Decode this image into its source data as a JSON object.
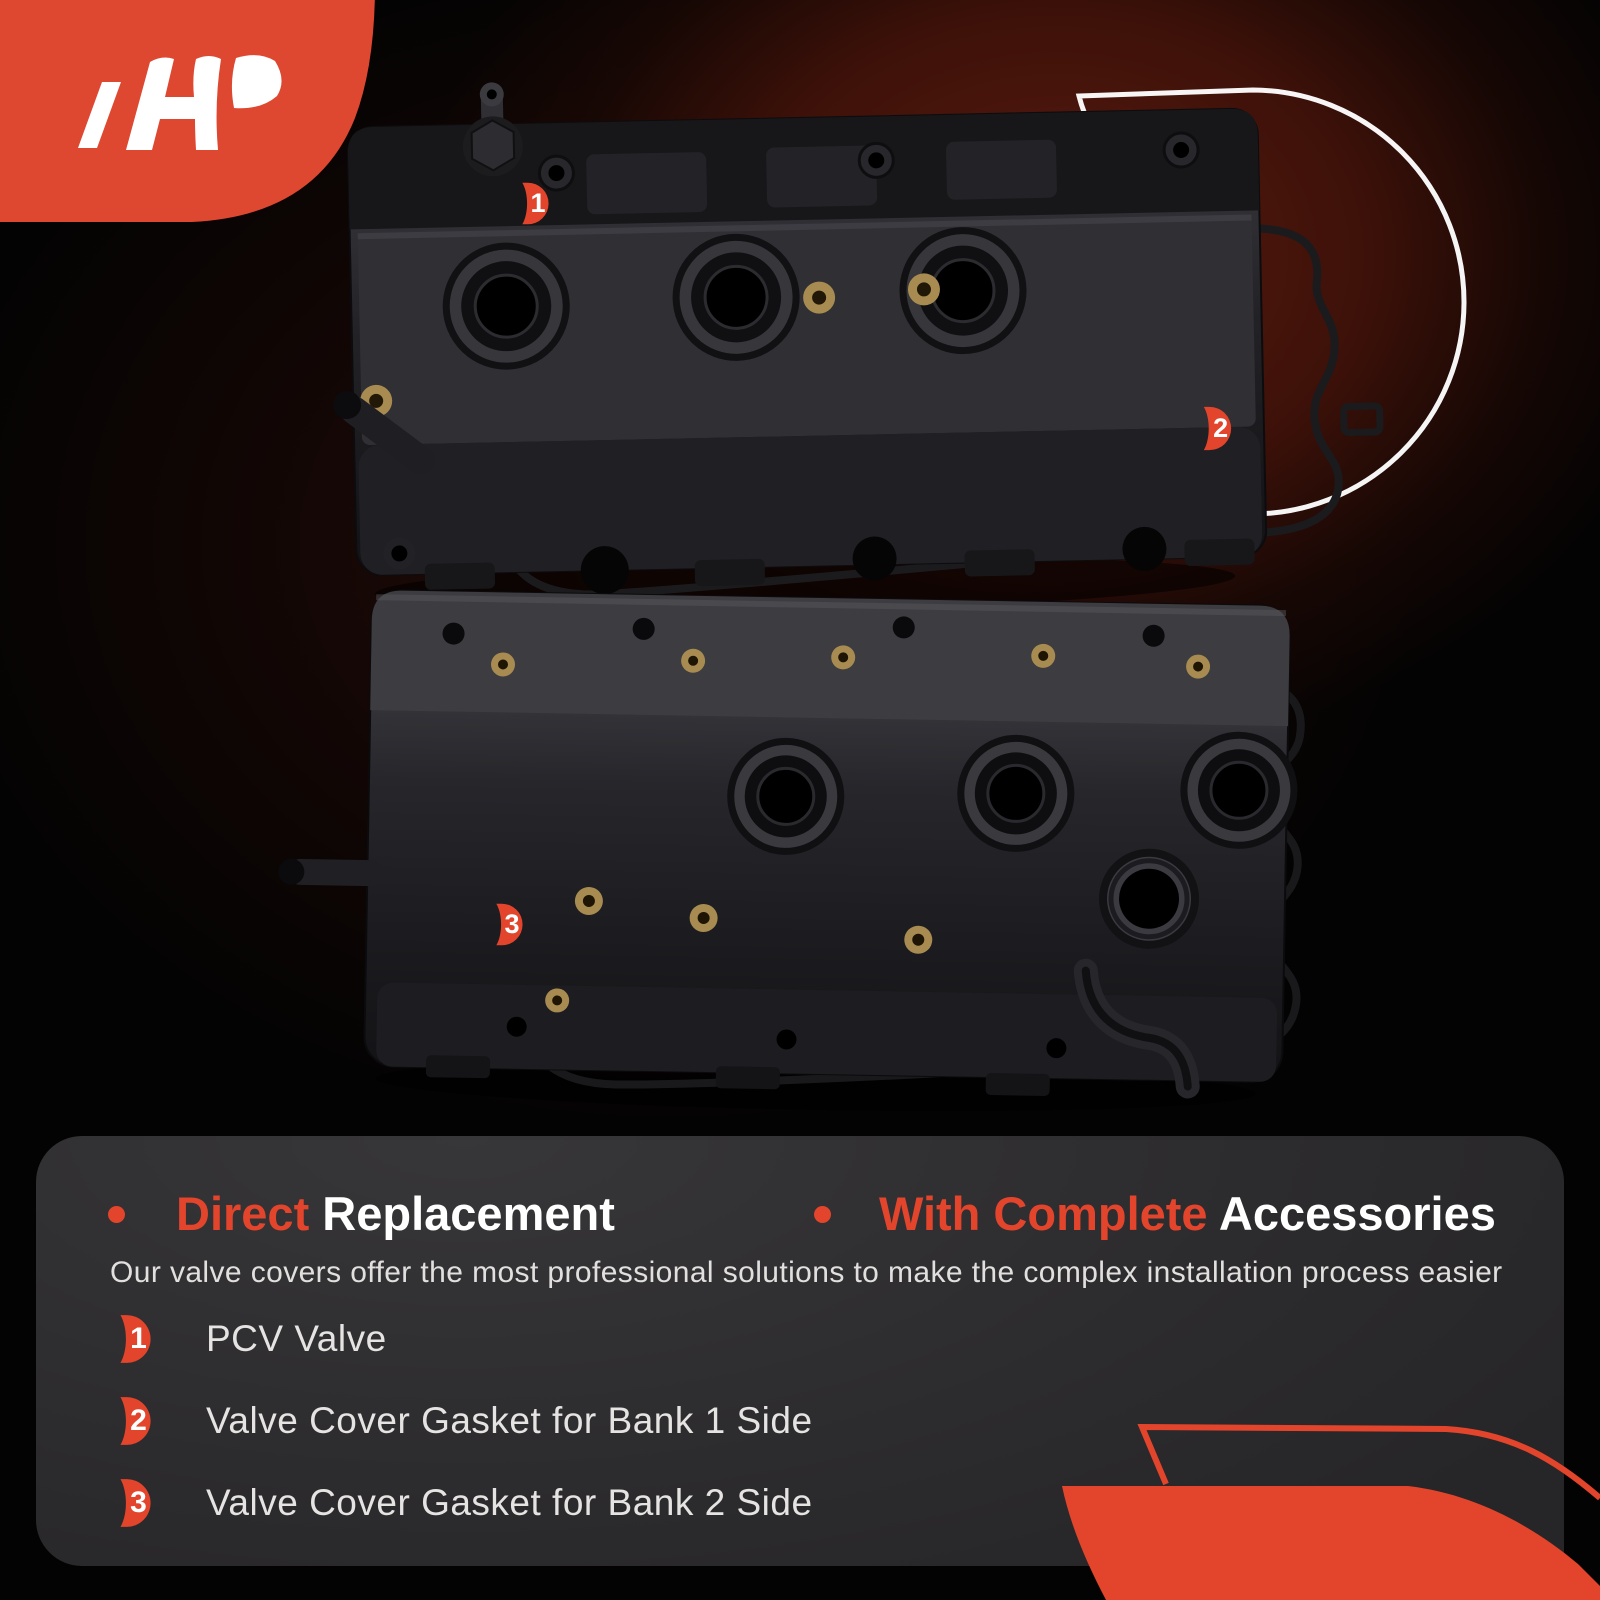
{
  "colors": {
    "accent": "#e2452b",
    "logo_red": "#de4730",
    "panel_bg": "#2e2d2e",
    "background": "#000000",
    "heading_white": "#ffffff",
    "body_text": "#e6e4e2",
    "brass": "#a88b50",
    "cover_dark": "#1b1b1f"
  },
  "brand": {
    "logo_glyphs": "AP"
  },
  "callouts": [
    {
      "number": "1"
    },
    {
      "number": "2"
    },
    {
      "number": "3"
    }
  ],
  "panel": {
    "features": {
      "left": {
        "highlight": "Direct",
        "rest": "Replacement"
      },
      "right": {
        "highlight": "With Complete",
        "rest": "Accessories"
      }
    },
    "description": "Our valve covers offer the most professional solutions to make the complex installation process easier",
    "legend": [
      {
        "number": "1",
        "label": "PCV Valve"
      },
      {
        "number": "2",
        "label": "Valve Cover Gasket for Bank 1 Side"
      },
      {
        "number": "3",
        "label": "Valve Cover Gasket for Bank 2 Side"
      }
    ]
  }
}
